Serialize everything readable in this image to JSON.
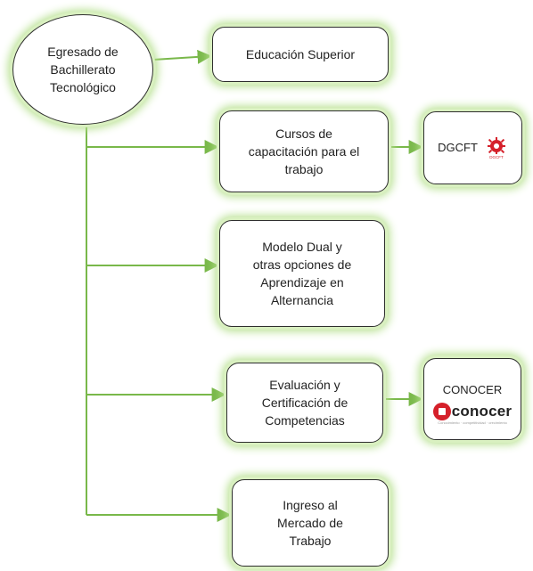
{
  "diagram": {
    "root": {
      "label_lines": [
        "Egresado de",
        "Bachillerato",
        "Tecnológico"
      ]
    },
    "nodes": [
      {
        "id": "educacion",
        "label_lines": [
          "Educación Superior"
        ]
      },
      {
        "id": "cursos",
        "label_lines": [
          "Cursos de",
          "capacitación para el",
          "trabajo"
        ]
      },
      {
        "id": "dual",
        "label_lines": [
          "Modelo Dual y",
          "otras opciones de",
          "Aprendizaje en",
          "Alternancia"
        ]
      },
      {
        "id": "evaluacion",
        "label_lines": [
          "Evaluación y",
          "Certificación de",
          "Competencias"
        ]
      },
      {
        "id": "ingreso",
        "label_lines": [
          "Ingreso al",
          "Mercado de",
          "Trabajo"
        ]
      }
    ],
    "targets": {
      "dgcft": {
        "label": "DGCFT",
        "logo_icon": "dgcft-gear-logo",
        "logo_text": "DGCFT"
      },
      "conocer": {
        "label": "CONOCER",
        "logo_icon": "conocer-logo",
        "logo_word": "conocer",
        "logo_tagline": "Conocimiento · competitividad · crecimiento"
      }
    },
    "colors": {
      "connector": "#79b84a",
      "glow": "#b6e08e",
      "border": "#2e2e2e",
      "dgcft_red": "#d5202a",
      "conocer_red": "#d5202a"
    }
  }
}
